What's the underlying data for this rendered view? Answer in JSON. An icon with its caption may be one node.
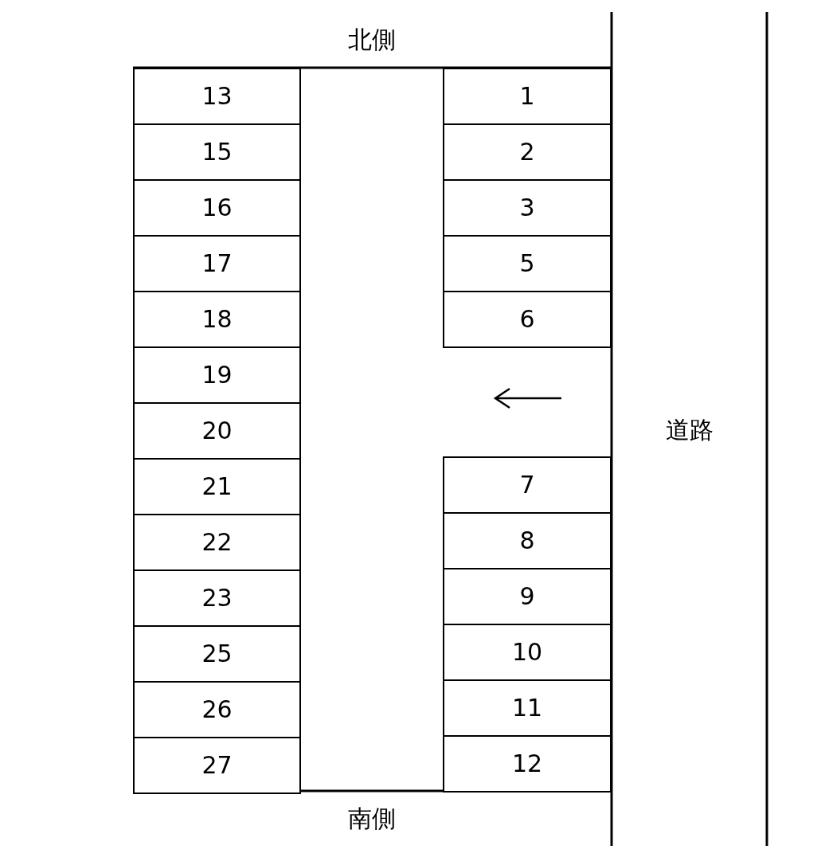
{
  "diagram": {
    "nodes": [
      {
        "text": [
          "13"
        ]
      },
      {
        "text": [
          "15"
        ]
      },
      {
        "text": [
          "16"
        ]
      },
      {
        "text": [
          "17"
        ]
      },
      {
        "text": [
          "18"
        ]
      },
      {
        "text": [
          "19"
        ]
      },
      {
        "text": [
          "20"
        ]
      },
      {
        "text": [
          "21"
        ]
      },
      {
        "text": [
          "22"
        ]
      },
      {
        "text": [
          "23"
        ]
      },
      {
        "text": [
          "25"
        ]
      },
      {
        "text": [
          "26"
        ]
      },
      {
        "text": [
          "27"
        ]
      },
      {
        "text": [
          "1"
        ]
      },
      {
        "text": [
          "2"
        ]
      },
      {
        "text": [
          "3"
        ]
      },
      {
        "text": [
          "5"
        ]
      },
      {
        "text": [
          "6"
        ]
      },
      {
        "text": [
          "7"
        ]
      },
      {
        "text": [
          "8"
        ]
      },
      {
        "text": [
          "9"
        ]
      },
      {
        "text": [
          "10"
        ]
      },
      {
        "text": [
          "11"
        ]
      },
      {
        "text": [
          "12"
        ]
      }
    ],
    "labels": [
      "北側",
      "道路",
      "南側"
    ]
  }
}
